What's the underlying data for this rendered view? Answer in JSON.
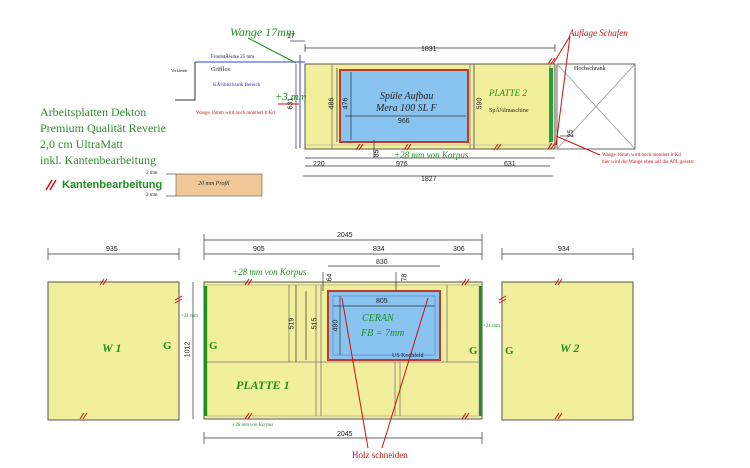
{
  "spec_lines": [
    "Arbeitsplatten Dekton",
    "Premium Qualität Reverie",
    "2,0 cm UltraMatt",
    "inkl. Kantenbearbeitung"
  ],
  "edge_legend": "Kantenbearbeitung",
  "profile": {
    "label": "20 mm Profil",
    "dim_top": "2 mm",
    "dim_bottom": "2 mm"
  },
  "top": {
    "wange_title": "Wange 17mm",
    "wange_dim": "17",
    "plus3": "+3 mm",
    "front_line1": "FrontstÃ¼rke 25 mm",
    "front_line2": "Grifflos",
    "vorblende": "Vorblende",
    "kuehl": "KÃ¼hlschrank Bereich",
    "wange_note": "Wange 16mm wird noch montiert lt Kd",
    "d1831": "1831",
    "d631": "631",
    "d486": "486",
    "d476": "476",
    "d590": "590",
    "d966": "966",
    "d85": "85",
    "d220": "220",
    "d976": "976",
    "d631b": "631",
    "d1827": "1827",
    "d25": "25",
    "sink_line1": "Spüle Aufbau",
    "sink_line2": "Mera 100 SL F",
    "platte2": "PLATTE 2",
    "spuel": "SpÃ¼lmaschine",
    "hochschrank": "Hochschrank",
    "auflage": "Auflage Schafen",
    "korpus": "+28 mm von Korpus",
    "note_right1": "Wange 16mm wird noch montiert lt Kd",
    "note_right2": "hier wird die Wange oben auf die APL gesetzt"
  },
  "bottom": {
    "d935": "935",
    "d905": "905",
    "d2045": "2045",
    "d834": "834",
    "d306": "306",
    "d934": "934",
    "d830": "830",
    "d64": "64",
    "d78": "78",
    "d805": "805",
    "d519": "519",
    "d515": "515",
    "d490": "490",
    "d1012": "1012",
    "plus21a": "+21 mm",
    "plus21b": "+21 mm",
    "d2045b": "2045",
    "korpus_top": "+28 mm von Korpus",
    "korpus_bot": "+28 mm von Korpus",
    "w1": "W 1",
    "w2": "W 2",
    "g1": "G",
    "g2": "G",
    "g3": "G",
    "g4": "G",
    "ceran": "CERAN",
    "fb": "FB = 7mm",
    "kochfeld": "US Kochfeld",
    "platte1": "PLATTE 1",
    "holz": "Holz schneiden"
  }
}
